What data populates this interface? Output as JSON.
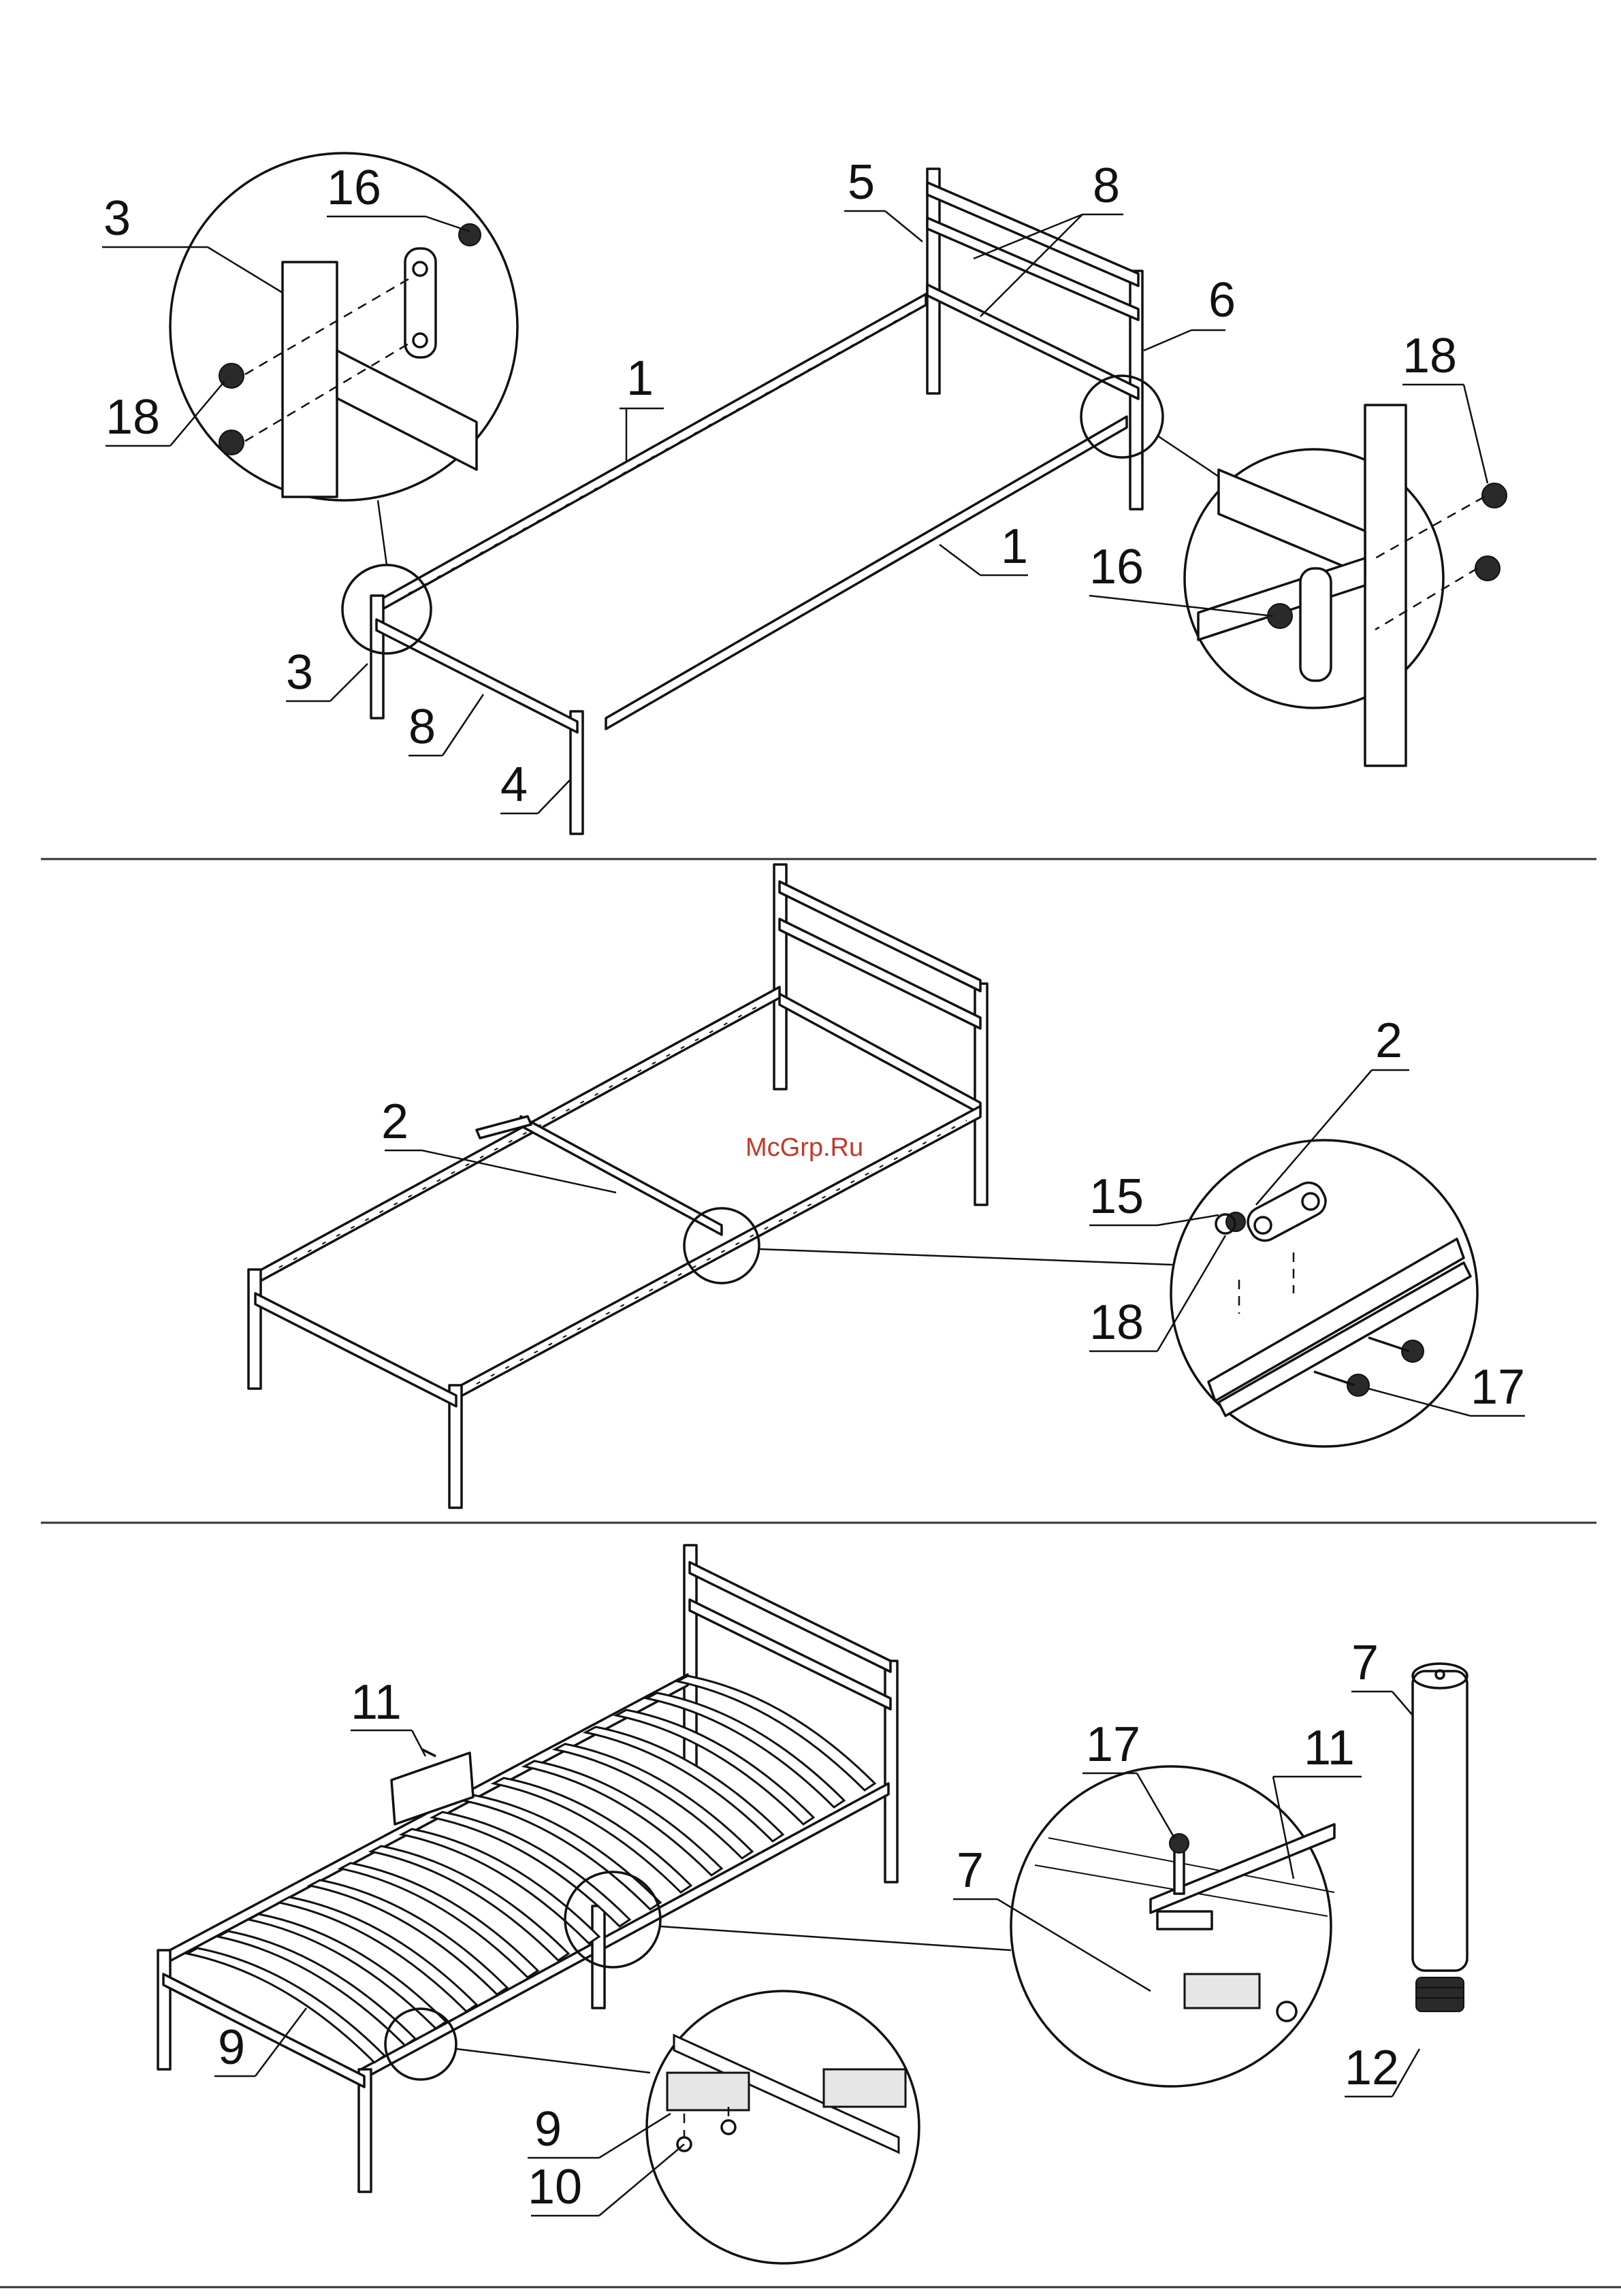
{
  "watermark": "McGrp.Ru",
  "step1": {
    "callouts": {
      "c3_top": "3",
      "c16_top": "16",
      "c18_left": "18",
      "c1_upper": "1",
      "c1_lower": "1",
      "c5": "5",
      "c8_top": "8",
      "c6": "6",
      "c3_bottom": "3",
      "c8_bottom": "8",
      "c4": "4",
      "c18_right": "18",
      "c16_right": "16"
    }
  },
  "step2": {
    "callouts": {
      "c2_bed": "2",
      "c2_zoom": "2",
      "c15": "15",
      "c18": "18",
      "c17": "17"
    }
  },
  "step3": {
    "callouts": {
      "c11_left": "11",
      "c9_bed": "9",
      "c7_zoom": "7",
      "c17": "17",
      "c11_zoom": "11",
      "c7_leg": "7",
      "c12": "12",
      "c9_zoom": "9",
      "c10": "10"
    }
  }
}
